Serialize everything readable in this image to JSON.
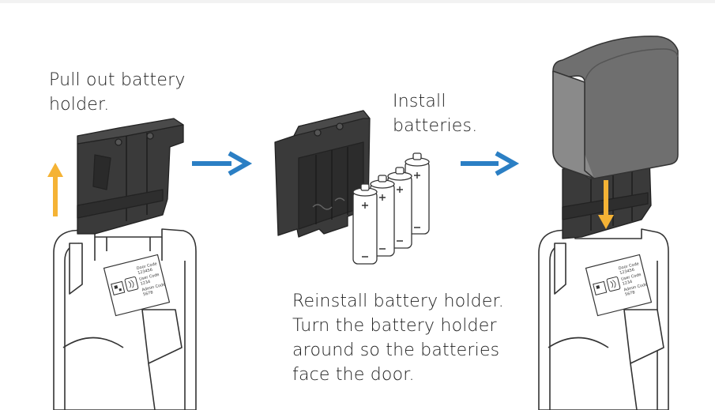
{
  "steps": [
    {
      "lines": [
        "Pull out battery",
        "holder."
      ]
    },
    {
      "lines": [
        "Install",
        "batteries."
      ]
    },
    {
      "lines": [
        "Reinstall battery holder.",
        "Turn the battery holder",
        "around so the batteries",
        "face the door."
      ]
    }
  ],
  "label": {
    "line1": "Door Code",
    "line2": "123456",
    "line3": "User Code",
    "line4": "1234",
    "line5": "Admin Code",
    "line6": "5678"
  },
  "colors": {
    "step_arrow": "#2b7fc4",
    "motion_arrow": "#f5b335",
    "holder": "#3a3a3a",
    "cover": "#6f6f6f",
    "outline": "#333333"
  },
  "icons": [
    "arrow-up-icon",
    "arrow-right-icon",
    "arrow-down-icon",
    "nfc-icon",
    "qr-code-icon",
    "battery-icon"
  ]
}
